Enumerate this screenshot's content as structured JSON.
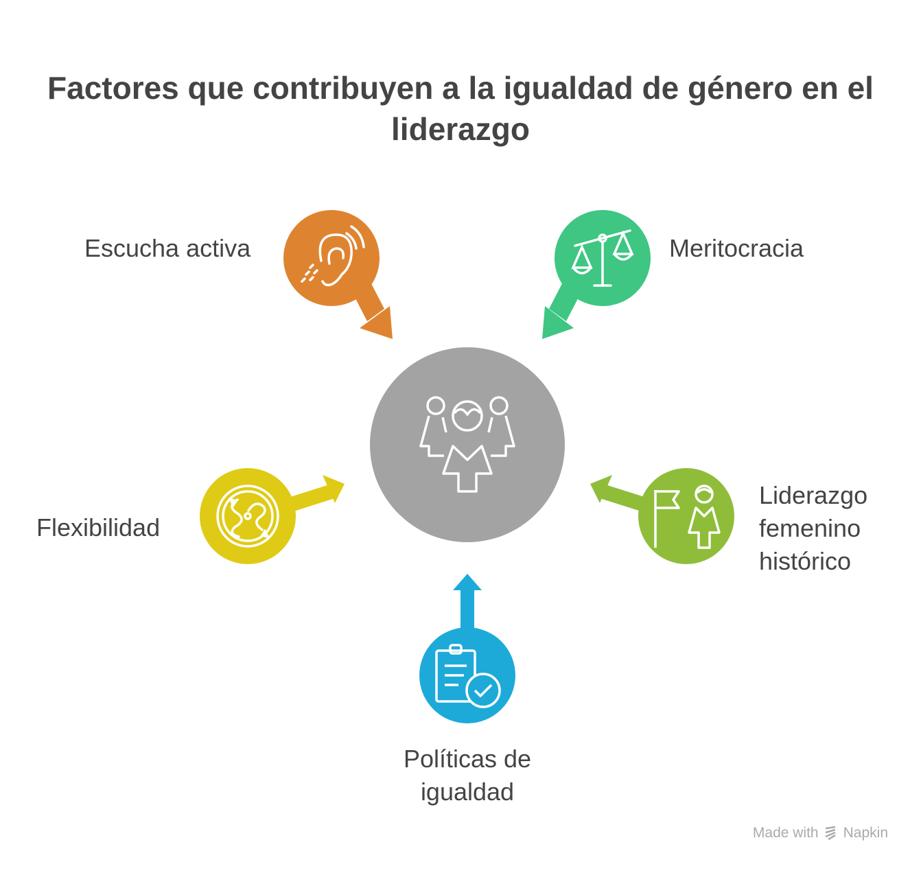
{
  "title": "Factores que contribuyen a la igualdad de género en el liderazgo",
  "center": {
    "icon": "women-group-icon",
    "color": "#a3a3a3"
  },
  "factors": [
    {
      "label": "Escucha activa",
      "icon": "ear-icon",
      "color": "#de8430"
    },
    {
      "label": "Meritocracia",
      "icon": "scale-icon",
      "color": "#3ec682"
    },
    {
      "label": "Flexibilidad",
      "icon": "flexible-path-icon",
      "color": "#dfcb16"
    },
    {
      "label": "Liderazgo femenino histórico",
      "icon": "woman-flag-icon",
      "color": "#8fbd3a"
    },
    {
      "label": "Políticas de igualdad",
      "icon": "policy-check-icon",
      "color": "#1eaad9"
    }
  ],
  "watermark": {
    "prefix": "Made with",
    "brand": "Napkin"
  }
}
